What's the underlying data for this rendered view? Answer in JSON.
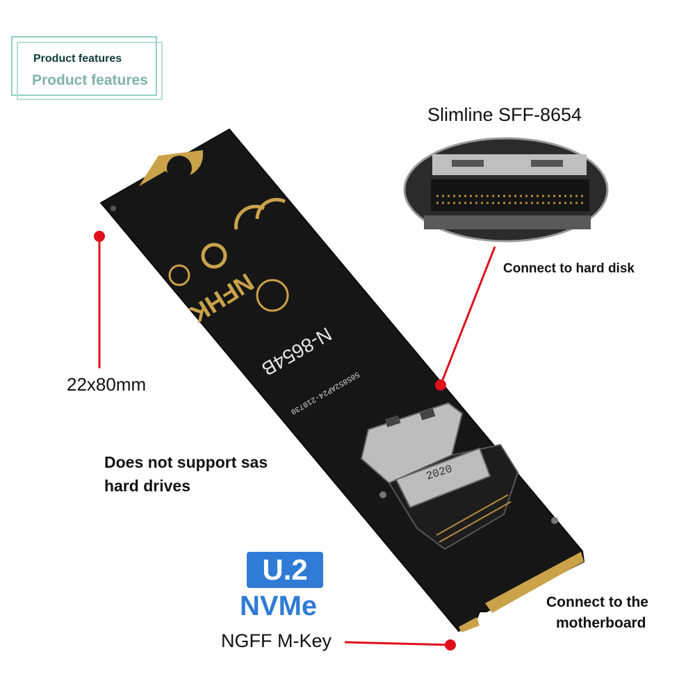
{
  "header": {
    "title": "Product features",
    "title_shadow": "Product features"
  },
  "board": {
    "brand_text": "NFHK",
    "model_text": "N-8654B",
    "serial_text": "505852AP24-210730",
    "connector_year": "2020"
  },
  "callouts": {
    "slimline": "Slimline SFF-8654",
    "connect_disk": "Connect to hard disk",
    "size": "22x80mm",
    "no_sas_line1": "Does not support sas",
    "no_sas_line2": "hard drives",
    "u2": "U.2",
    "nvme": "NVMe",
    "ngff": "NGFF M-Key",
    "motherboard_line1": "Connect to the",
    "motherboard_line2": "motherboard"
  },
  "colors": {
    "accent_red": "#e0101b",
    "board_black": "#161616",
    "gold": "#c9a24a",
    "nvme_blue": "#2f7bd6",
    "header_teal": "#8fcfc3"
  }
}
